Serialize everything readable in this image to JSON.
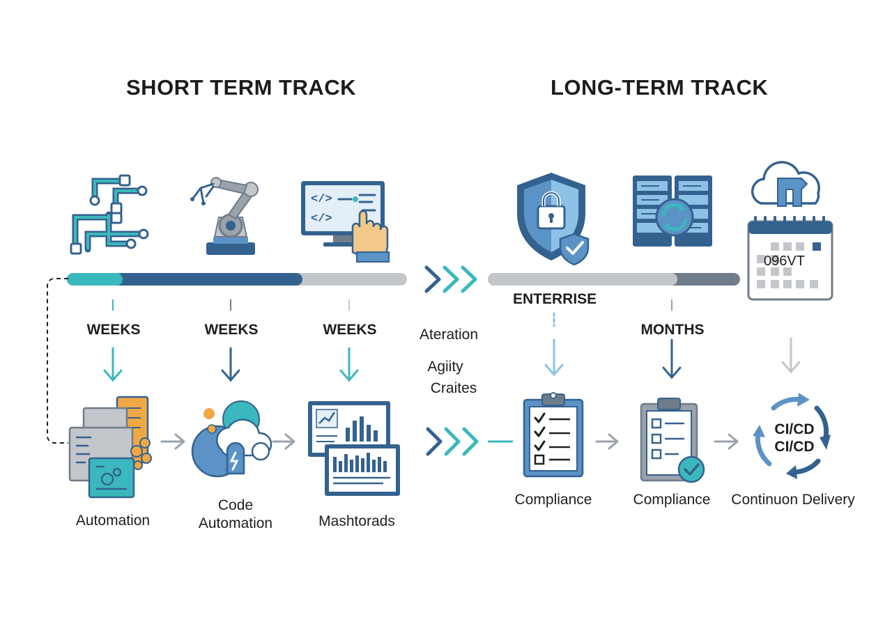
{
  "headings": {
    "short_term": "SHORT TERM TRACK",
    "long_term": "LONG-TERM TRACK"
  },
  "short_track": {
    "durations": [
      "WEEKS",
      "WEEKS",
      "WEEKS"
    ],
    "items": [
      {
        "caption": "Automation"
      },
      {
        "caption_line1": "Code",
        "caption_line2": "Automation"
      },
      {
        "caption": "Mashtorads"
      }
    ]
  },
  "middle": {
    "line1": "Ateration",
    "line2": "Agiity",
    "line3": "Craites"
  },
  "long_track": {
    "enterprise_label": "ENTERRISE",
    "months_label": "MONTHS",
    "calendar_text": "096VT",
    "cicd_line1": "CI/CD",
    "cicd_line2": "CI/CD",
    "items": [
      {
        "caption": "Compliance"
      },
      {
        "caption": "Compliance"
      },
      {
        "caption": "Continuon Delivery"
      }
    ]
  },
  "colors": {
    "teal": "#3bb8bd",
    "navy": "#34628f",
    "blue": "#5b93c7",
    "light_blue": "#8dc2e6",
    "gray": "#c3c6ca",
    "dark_gray": "#6f7c8a",
    "orange": "#f0a844"
  }
}
